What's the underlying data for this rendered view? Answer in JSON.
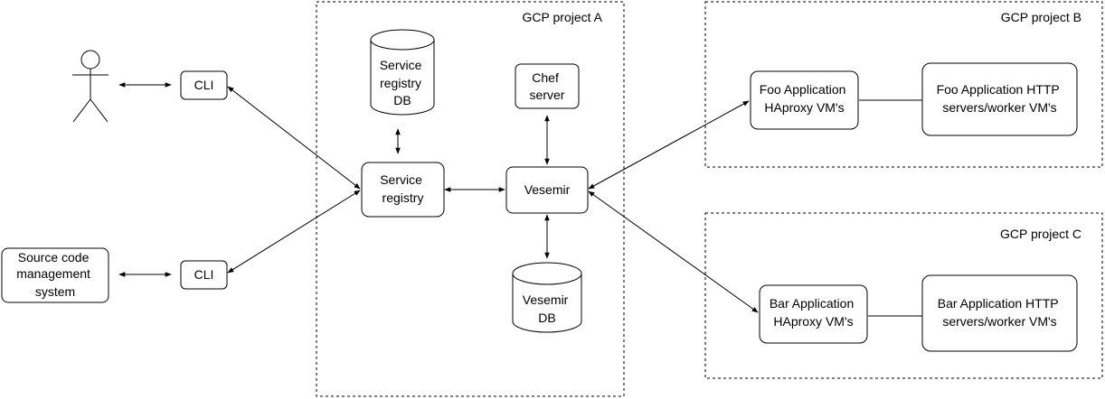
{
  "groups": {
    "project_a": "GCP project A",
    "project_b": "GCP project B",
    "project_c": "GCP project C"
  },
  "nodes": {
    "cli_top": "CLI",
    "cli_bottom": "CLI",
    "scm": [
      "Source code",
      "management",
      "system"
    ],
    "service_registry_db": [
      "Service",
      "registry",
      "DB"
    ],
    "chef_server": [
      "Chef",
      "server"
    ],
    "service_registry": [
      "Service",
      "registry"
    ],
    "vesemir": "Vesemir",
    "vesemir_db": [
      "Vesemir",
      "DB"
    ],
    "foo_haproxy": [
      "Foo Application",
      "HAproxy VM's"
    ],
    "foo_http": [
      "Foo Application HTTP",
      "servers/worker VM's"
    ],
    "bar_haproxy": [
      "Bar Application",
      "HAproxy VM's"
    ],
    "bar_http": [
      "Bar Application HTTP",
      "servers/worker VM's"
    ]
  },
  "colors": {
    "stroke": "#000000",
    "background": "#ffffff"
  }
}
